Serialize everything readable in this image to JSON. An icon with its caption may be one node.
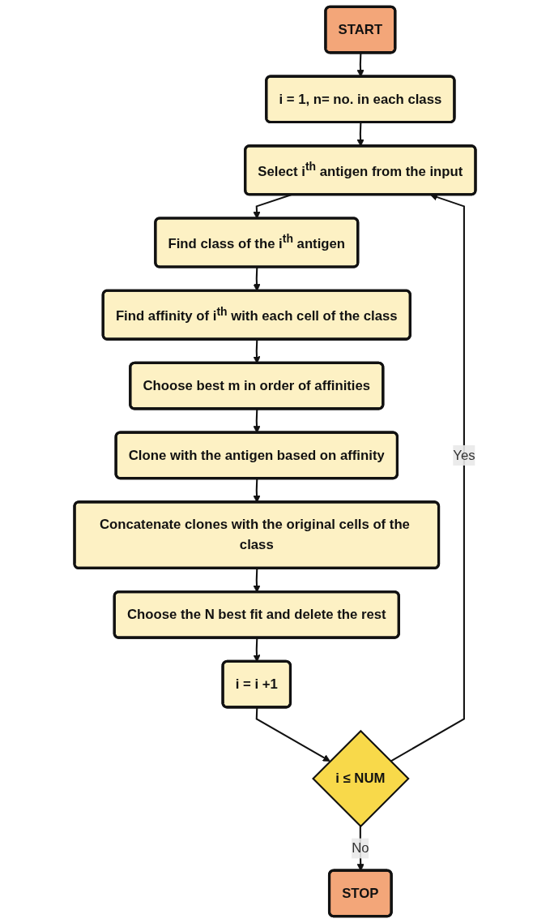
{
  "diagram": {
    "nodes": [
      {
        "text": [
          "START"
        ]
      },
      {
        "text": [
          "i = 1, n= no. in each class"
        ]
      },
      {
        "text": [
          "Select i$^{th}$ antigen from the input"
        ]
      },
      {
        "text": [
          "Find class of the i$^{th}$ antigen"
        ]
      },
      {
        "text": [
          "Find affinity of i$^{th}$ with each cell of the class"
        ]
      },
      {
        "text": [
          "Choose best m in order of affinities"
        ]
      },
      {
        "text": [
          "Clone with the antigen based on affinity"
        ]
      },
      {
        "text": [
          "Concatenate clones with the original cells of the class"
        ]
      },
      {
        "text": [
          "Choose the N best fit and delete the rest"
        ]
      },
      {
        "text": [
          "i = i +1"
        ]
      },
      {
        "text": [
          "i ≤ NUM"
        ]
      },
      {
        "text": [
          "STOP"
        ]
      }
    ],
    "edges": [
      {
        "from": 0,
        "to": 1,
        "arrow": "to"
      },
      {
        "from": 1,
        "to": 2,
        "arrow": "to"
      },
      {
        "from": 2,
        "to": 3,
        "arrow": "to"
      },
      {
        "from": 3,
        "to": 4,
        "arrow": "to"
      },
      {
        "from": 4,
        "to": 5,
        "arrow": "to"
      },
      {
        "from": 5,
        "to": 6,
        "arrow": "to"
      },
      {
        "from": 6,
        "to": 7,
        "arrow": "to"
      },
      {
        "from": 7,
        "to": 8,
        "arrow": "to"
      },
      {
        "from": 8,
        "to": 9,
        "arrow": "to"
      },
      {
        "from": 9,
        "to": 10,
        "arrow": "to"
      },
      {
        "from": 10,
        "to": 2,
        "label": "Yes",
        "arrow": "to"
      },
      {
        "from": 10,
        "to": 11,
        "label": "No",
        "arrow": "to"
      }
    ]
  }
}
